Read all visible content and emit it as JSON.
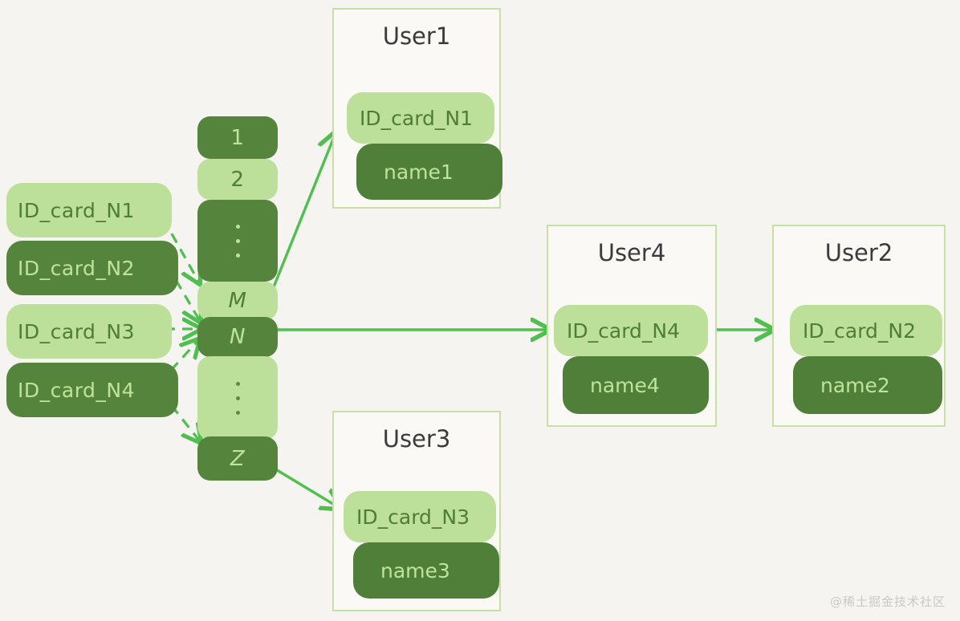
{
  "canvas": {
    "background": "#f5f4f0",
    "accent_green": "#4fbf4f",
    "dark_green": "#55853c",
    "light_green": "#bcdf9a",
    "box_border": "#c6e1a6"
  },
  "id_cards": [
    {
      "label": "ID_card_N1",
      "tone": "light"
    },
    {
      "label": "ID_card_N2",
      "tone": "dark"
    },
    {
      "label": "ID_card_N3",
      "tone": "light"
    },
    {
      "label": "ID_card_N4",
      "tone": "dark"
    }
  ],
  "buckets": [
    {
      "label": "1",
      "tone": "dark",
      "kind": "text"
    },
    {
      "label": "2",
      "tone": "light",
      "kind": "text"
    },
    {
      "label": "",
      "tone": "dark",
      "kind": "dots"
    },
    {
      "label": "M",
      "tone": "light",
      "kind": "text"
    },
    {
      "label": "N",
      "tone": "dark",
      "kind": "text"
    },
    {
      "label": "",
      "tone": "light",
      "kind": "dots"
    },
    {
      "label": "Z",
      "tone": "dark",
      "kind": "text"
    }
  ],
  "users": [
    {
      "title": "User1",
      "id_card": "ID_card_N1",
      "name": "name1"
    },
    {
      "title": "User4",
      "id_card": "ID_card_N4",
      "name": "name4"
    },
    {
      "title": "User2",
      "id_card": "ID_card_N2",
      "name": "name2"
    },
    {
      "title": "User3",
      "id_card": "ID_card_N3",
      "name": "name3"
    }
  ],
  "watermark": "@稀土掘金技术社区"
}
